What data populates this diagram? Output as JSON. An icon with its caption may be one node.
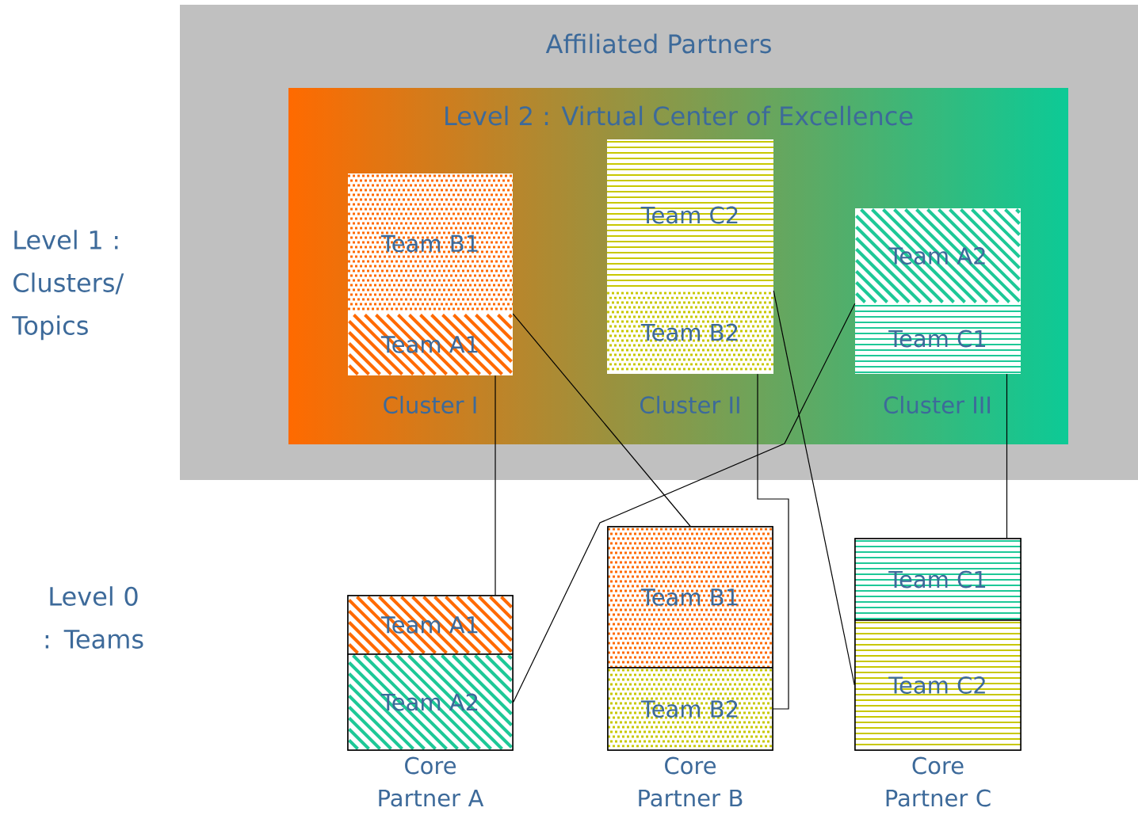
{
  "diagram": {
    "nodes": [
      {
        "text": [
          "Affiliated Partners"
        ]
      },
      {
        "text": [
          "Level 2 : Virtual Center of Excellence"
        ],
        "in": 0
      },
      {
        "text": [
          "Team B1"
        ],
        "in": 1
      },
      {
        "text": [
          "Team A1"
        ],
        "in": 1
      },
      {
        "text": [
          "Team C2"
        ],
        "in": 1
      },
      {
        "text": [
          "Team B2"
        ],
        "in": 1
      },
      {
        "text": [
          "Team A2"
        ],
        "in": 1
      },
      {
        "text": [
          "Team C1"
        ],
        "in": 1
      },
      {
        "text": [
          "Core Partner A"
        ]
      },
      {
        "text": [
          "Team A1"
        ],
        "in": 8
      },
      {
        "text": [
          "Team A2"
        ],
        "in": 8
      },
      {
        "text": [
          "Core Partner B"
        ]
      },
      {
        "text": [
          "Team B1"
        ],
        "in": 11
      },
      {
        "text": [
          "Team B2"
        ],
        "in": 11
      },
      {
        "text": [
          "Core Partner C"
        ]
      },
      {
        "text": [
          "Team C1"
        ],
        "in": 14
      },
      {
        "text": [
          "Team C2"
        ],
        "in": 14
      }
    ],
    "edges": [
      {
        "from": 3,
        "to": 9,
        "arrow": "none"
      },
      {
        "from": 2,
        "to": 12,
        "arrow": "none"
      },
      {
        "from": 4,
        "to": 16,
        "arrow": "none"
      },
      {
        "from": 5,
        "to": 13,
        "arrow": "none"
      },
      {
        "from": 6,
        "to": 10,
        "arrow": "none"
      },
      {
        "from": 7,
        "to": 15,
        "arrow": "none"
      }
    ],
    "labels": [
      "Level 1 : Clusters/ Topics",
      "Cluster I",
      "Cluster II",
      "Cluster III",
      "Level 0 : Teams"
    ]
  }
}
